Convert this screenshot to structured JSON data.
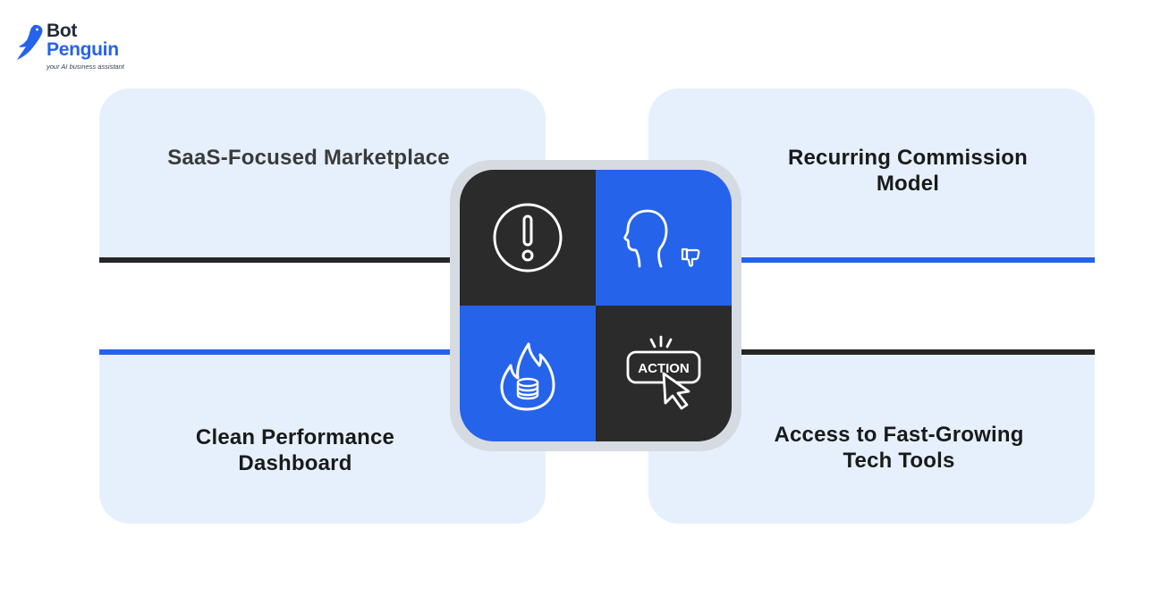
{
  "brand": {
    "name_line1": "Bot",
    "name_line2": "Penguin",
    "tagline": "your AI business assistant",
    "colors": {
      "accent": "#2563eb",
      "dark": "#262626",
      "card": "#e6f0fd"
    }
  },
  "features": [
    {
      "label": "SaaS-Focused Marketplace",
      "position": "top-left",
      "icon": "exclamation-icon"
    },
    {
      "label": "Recurring Commission Model",
      "position": "top-right",
      "icon": "head-thumbs-down-icon"
    },
    {
      "label": "Clean Performance Dashboard",
      "position": "bottom-left",
      "icon": "fire-database-icon"
    },
    {
      "label": "Access to Fast-Growing Tech Tools",
      "position": "bottom-right",
      "icon": "action-click-icon"
    }
  ],
  "hub": {
    "action_text": "ACTION"
  }
}
